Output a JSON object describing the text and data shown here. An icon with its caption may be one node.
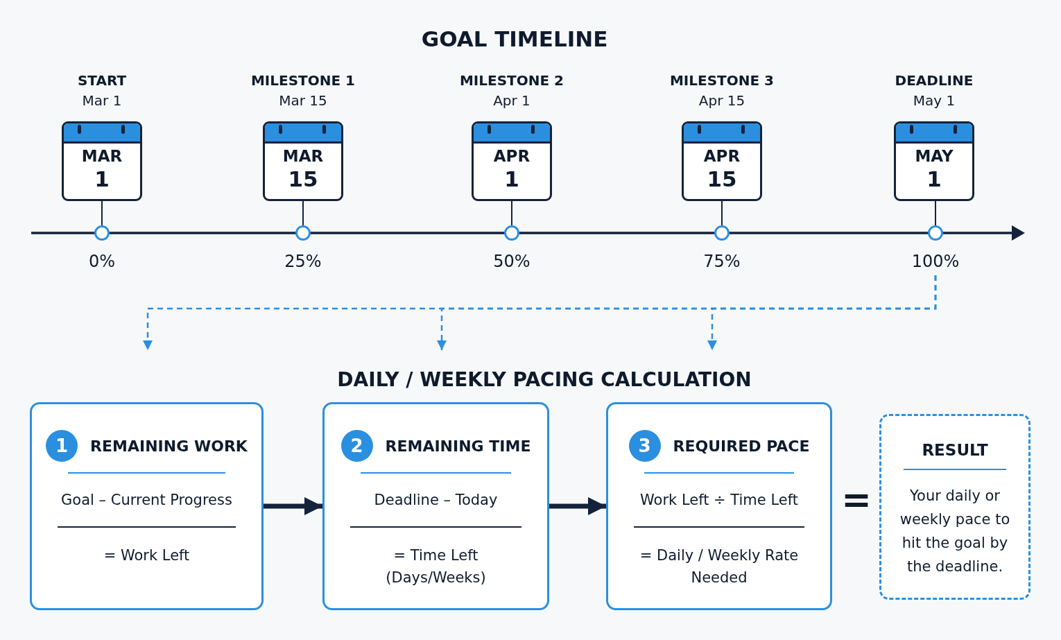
{
  "diagram": {
    "title": "GOAL TIMELINE",
    "nodes": [
      {
        "text": [
          "START",
          "Mar 1",
          "MAR",
          "1"
        ]
      },
      {
        "text": [
          "MILESTONE 1",
          "Mar 15",
          "MAR",
          "15"
        ]
      },
      {
        "text": [
          "MILESTONE 2",
          "Apr 1",
          "APR",
          "1"
        ]
      },
      {
        "text": [
          "MILESTONE 3",
          "Apr 15",
          "APR",
          "15"
        ]
      },
      {
        "text": [
          "DEADLINE",
          "May 1",
          "MAY",
          "1"
        ]
      },
      {
        "text": [
          "0%"
        ]
      },
      {
        "text": [
          "25%"
        ]
      },
      {
        "text": [
          "50%"
        ]
      },
      {
        "text": [
          "75%"
        ]
      },
      {
        "text": [
          "100%"
        ]
      },
      {
        "text": [
          "1",
          "REMAINING WORK",
          "Goal – Current Progress",
          "= Work Left"
        ]
      },
      {
        "text": [
          "2",
          "REMAINING TIME",
          "Deadline – Today",
          "= Time Left (Days/Weeks)"
        ]
      },
      {
        "text": [
          "3",
          "REQUIRED PACE",
          "Work Left ÷ Time Left",
          "= Daily / Weekly Rate Needed"
        ]
      },
      {
        "text": [
          "RESULT",
          "Your daily or weekly pace to hit the goal by the deadline."
        ]
      }
    ],
    "edges": [
      {
        "from": 0,
        "to": 5,
        "arrow": "none"
      },
      {
        "from": 1,
        "to": 6,
        "arrow": "none"
      },
      {
        "from": 2,
        "to": 7,
        "arrow": "none"
      },
      {
        "from": 3,
        "to": 8,
        "arrow": "none"
      },
      {
        "from": 4,
        "to": 9,
        "arrow": "none"
      },
      {
        "from": 9,
        "to": null,
        "arrow": "to",
        "style": "dashed",
        "color": "#2b8fe0"
      },
      {
        "from": 9,
        "to": null,
        "arrow": "to",
        "style": "dashed",
        "color": "#2b8fe0"
      },
      {
        "from": 9,
        "to": null,
        "arrow": "to",
        "style": "dashed",
        "color": "#2b8fe0"
      },
      {
        "from": 10,
        "to": 11,
        "arrow": "to",
        "style": "thick"
      },
      {
        "from": 11,
        "to": 12,
        "arrow": "to",
        "style": "thick"
      }
    ],
    "labels": [
      "DAILY / WEEKLY PACING CALCULATION",
      "="
    ]
  }
}
